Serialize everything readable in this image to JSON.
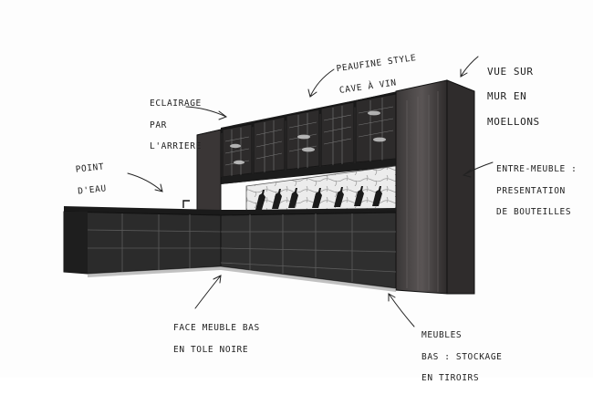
{
  "annotations": [
    {
      "id": "eclairage",
      "lines": [
        "Eclairage",
        "par",
        "l'arriere"
      ]
    },
    {
      "id": "peaufine",
      "lines": [
        "Peaufine style",
        "cave à vin"
      ]
    },
    {
      "id": "vue-mur",
      "lines": [
        "Vue sur",
        "mur en",
        "moellons"
      ]
    },
    {
      "id": "point-eau",
      "lines": [
        "Point",
        "d'eau"
      ]
    },
    {
      "id": "entre-meuble",
      "lines": [
        "Entre-meuble :",
        "presentation",
        "de bouteilles"
      ]
    },
    {
      "id": "face-meuble",
      "lines": [
        "Face meuble bas",
        "en tole noire"
      ]
    },
    {
      "id": "meubles-bas",
      "lines": [
        "Meubles",
        "bas : stockage",
        "en tiroirs"
      ]
    }
  ],
  "colors": {
    "cabinet_dark": "#2b2b2b",
    "cabinet_front": "#343434",
    "tall_panel": "#4a4747",
    "countertop": "#1f1f1f",
    "stone_wall": "#e9e9e9",
    "ink": "#222222"
  }
}
